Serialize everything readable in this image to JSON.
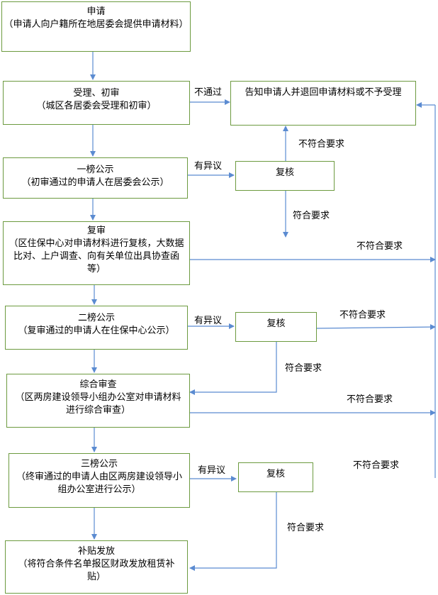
{
  "colors": {
    "box_border": "#6c9a3f",
    "arrow": "#5b8bd1"
  },
  "boxes": {
    "apply": {
      "title": "申请",
      "desc": "（申请人向户籍所在地居委会提供申请材料）"
    },
    "initial_review": {
      "title": "受理、初审",
      "desc": "（城区各居委会受理和初审）"
    },
    "reject": {
      "title": "告知申请人并退回申请材料或不予受理"
    },
    "first_publicity": {
      "title": "一榜公示",
      "desc": "（初审通过的申请人在居委会公示）"
    },
    "recheck_1": {
      "title": "复核"
    },
    "re_review": {
      "title": "复审",
      "desc": "（区住保中心对申请材料进行复核，大数据比对、上户调查、向有关单位出具协查函等）"
    },
    "second_publicity": {
      "title": "二榜公示",
      "desc": "（复审通过的申请人在住保中心公示）"
    },
    "recheck_2": {
      "title": "复核"
    },
    "comprehensive_review": {
      "title": "综合审查",
      "desc": "（区两房建设领导小组办公室对申请材料进行综合审查）"
    },
    "third_publicity": {
      "title": "三榜公示",
      "desc": "（终审通过的申请人由区两房建设领导小组办公室进行公示）"
    },
    "recheck_3": {
      "title": "复核"
    },
    "subsidy": {
      "title": "补贴发放",
      "desc": "（将符合条件名单报区财政发放租赁补贴）"
    }
  },
  "labels": {
    "not_passed": "不通过",
    "objection_1": "有异议",
    "objection_2": "有异议",
    "objection_3": "有异议",
    "not_meet_recheck1": "不符合要求",
    "meet_recheck1": "符合要求",
    "not_meet_re_review": "不符合要求",
    "not_meet_recheck2": "不符合要求",
    "meet_recheck2": "符合要求",
    "not_meet_comprehensive": "不符合要求",
    "not_meet_recheck3": "不符合要求",
    "meet_recheck3": "符合要求"
  }
}
